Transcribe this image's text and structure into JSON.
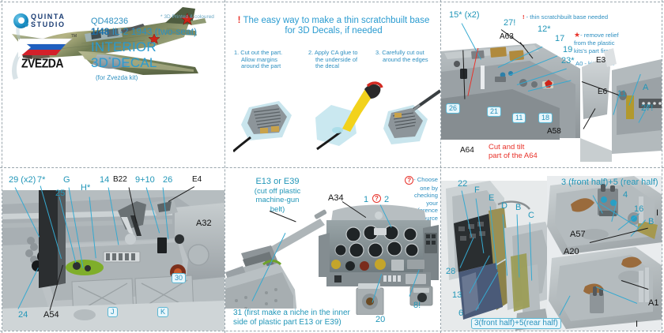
{
  "document": {
    "type": "model-kit-instruction-sheet",
    "brand": "QUINTA STUDIO",
    "brand_line1": "QUINTA",
    "brand_line2": "STUDIO",
    "partner_brand": "ZVEZDA",
    "tm": "TM"
  },
  "title": {
    "product_code": "QD48236",
    "printed_note": "* 3D Printed & coloured",
    "scale": "1/48",
    "subject": "IL-2 1943 (two-seat)",
    "main": "INTERIOR 3D",
    "main_tail": "DECAL",
    "main_star": "*",
    "for_kit": "(for Zvezda kit)"
  },
  "panel_scratchbuilt": {
    "heading_bang": "!",
    "heading_line1": "The easy way to make a thin scratchbuilt base",
    "heading_line2": "for 3D Decals, if needed",
    "steps": [
      {
        "num": "1.",
        "lines": [
          "Cut out the part.",
          "Allow margins",
          "around the part"
        ]
      },
      {
        "num": "2.",
        "lines": [
          "Apply CA glue to",
          "the underside of",
          "the decal"
        ]
      },
      {
        "num": "3.",
        "lines": [
          "Carefully cut out",
          "around the edges"
        ]
      }
    ]
  },
  "legend": {
    "bang_symbol": "!",
    "bang_text": "- thin scratchbuilt base needed",
    "star_symbol": "★",
    "star_lines": [
      "- remove relief",
      "from the plastic",
      "kits's part first"
    ],
    "part_ref": "A0 - kit's part #",
    "question_note_lines": [
      "- Choose",
      "one by",
      "checking",
      "your",
      "reference",
      "source"
    ],
    "question_symbol": "?"
  },
  "panel_top_right": {
    "labels": [
      {
        "text": "15* (x2)",
        "color": "cyan"
      },
      {
        "text": "27!",
        "color": "cyan"
      },
      {
        "text": "A63",
        "color": "black"
      },
      {
        "text": "12*",
        "color": "cyan"
      },
      {
        "text": "17",
        "color": "cyan"
      },
      {
        "text": "19",
        "color": "cyan"
      },
      {
        "text": "23*",
        "color": "cyan"
      },
      {
        "text": "E3",
        "color": "black"
      },
      {
        "text": "E6",
        "color": "black"
      },
      {
        "text": "11",
        "color": "cyan"
      },
      {
        "text": "A",
        "color": "cyan"
      },
      {
        "text": "27!",
        "color": "cyan"
      },
      {
        "text": "A58",
        "color": "black"
      },
      {
        "text": "A64",
        "color": "black"
      }
    ],
    "tags": [
      "26",
      "21",
      "11",
      "18"
    ],
    "warning_lines": [
      "Cut and tilt",
      "part of the A64"
    ]
  },
  "panel_bottom_left": {
    "labels": [
      {
        "text": "29 (x2)",
        "color": "cyan"
      },
      {
        "text": "7*",
        "color": "cyan"
      },
      {
        "text": "25",
        "color": "cyan"
      },
      {
        "text": "G",
        "color": "cyan"
      },
      {
        "text": "H*",
        "color": "cyan"
      },
      {
        "text": "14",
        "color": "cyan"
      },
      {
        "text": "B22",
        "color": "black"
      },
      {
        "text": "9+10",
        "color": "cyan"
      },
      {
        "text": "26",
        "color": "cyan"
      },
      {
        "text": "E4",
        "color": "black"
      },
      {
        "text": "A32",
        "color": "black"
      },
      {
        "text": "24",
        "color": "cyan"
      },
      {
        "text": "A54",
        "color": "black"
      }
    ],
    "tags": [
      "30",
      "J",
      "K"
    ]
  },
  "panel_bottom_mid": {
    "gun_label_lines": [
      "E13 or E39",
      "(cut off plastic",
      "machine-gun",
      "belt)"
    ],
    "note_31_lines": [
      "31 (first make a niche in the inner",
      "side of plastic part E13 or E39)"
    ],
    "labels": [
      {
        "text": "A34",
        "color": "black"
      },
      {
        "text": "1",
        "color": "cyan"
      },
      {
        "text": "2",
        "color": "cyan"
      },
      {
        "text": "20",
        "color": "cyan"
      },
      {
        "text": "8!",
        "color": "cyan"
      }
    ]
  },
  "panel_bottom_right": {
    "labels": [
      {
        "text": "22",
        "color": "cyan"
      },
      {
        "text": "F",
        "color": "cyan"
      },
      {
        "text": "E",
        "color": "cyan"
      },
      {
        "text": "D",
        "color": "cyan"
      },
      {
        "text": "B",
        "color": "cyan"
      },
      {
        "text": "C",
        "color": "cyan"
      },
      {
        "text": "28",
        "color": "cyan"
      },
      {
        "text": "13",
        "color": "cyan"
      },
      {
        "text": "6",
        "color": "cyan"
      },
      {
        "text": "4",
        "color": "cyan"
      },
      {
        "text": "16",
        "color": "cyan"
      },
      {
        "text": "B",
        "color": "cyan"
      },
      {
        "text": "A57",
        "color": "black"
      },
      {
        "text": "A57",
        "color": "black"
      },
      {
        "text": "A20",
        "color": "black"
      },
      {
        "text": "A1",
        "color": "black"
      },
      {
        "text": "I",
        "color": "black"
      },
      {
        "text": "I",
        "color": "black"
      }
    ],
    "top_callout": "3 (front half)+5 (rear half)",
    "bottom_callout": "3(front half)+5(rear half)"
  },
  "colors": {
    "cyan": "#2a92bd",
    "red": "#e8322a",
    "black": "#111111",
    "panel_border": "#9aa6ad",
    "resin_grey": "#b6bcbf"
  }
}
